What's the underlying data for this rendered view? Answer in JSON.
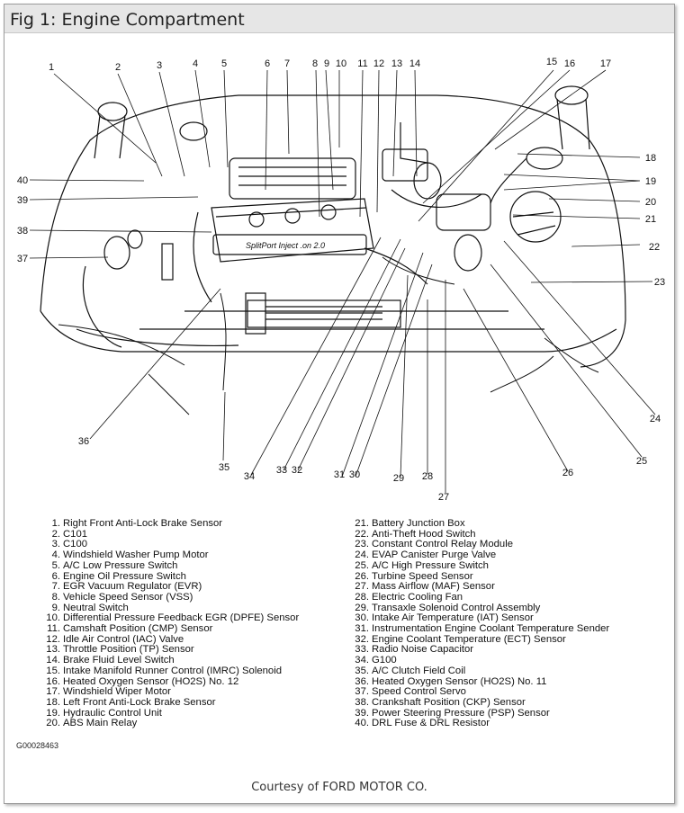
{
  "title": "Fig 1: Engine Compartment",
  "diagram_code": "G00028463",
  "courtesy": "Courtesy of FORD MOTOR CO.",
  "engine_plate": "SplitPort Inject .on 2.0",
  "callouts": [
    "1",
    "2",
    "3",
    "4",
    "5",
    "6",
    "7",
    "8",
    "9",
    "10",
    "11",
    "12",
    "13",
    "14",
    "15",
    "16",
    "17",
    "18",
    "19",
    "20",
    "21",
    "22",
    "23",
    "24",
    "25",
    "26",
    "27",
    "28",
    "29",
    "30",
    "31",
    "32",
    "33",
    "34",
    "35",
    "36",
    "37",
    "38",
    "39",
    "40"
  ],
  "legend_left": [
    {
      "n": "1.",
      "label": "Right Front Anti-Lock Brake Sensor"
    },
    {
      "n": "2.",
      "label": "C101"
    },
    {
      "n": "3.",
      "label": "C100"
    },
    {
      "n": "4.",
      "label": "Windshield Washer Pump Motor"
    },
    {
      "n": "5.",
      "label": "A/C Low Pressure Switch"
    },
    {
      "n": "6.",
      "label": "Engine Oil Pressure Switch"
    },
    {
      "n": "7.",
      "label": "EGR Vacuum Regulator (EVR)"
    },
    {
      "n": "8.",
      "label": "Vehicle Speed Sensor (VSS)"
    },
    {
      "n": "9.",
      "label": "Neutral Switch"
    },
    {
      "n": "10.",
      "label": "Differential Pressure Feedback EGR (DPFE) Sensor"
    },
    {
      "n": "11.",
      "label": "Camshaft Position (CMP) Sensor"
    },
    {
      "n": "12.",
      "label": "Idle Air Control (IAC) Valve"
    },
    {
      "n": "13.",
      "label": "Throttle Position (TP) Sensor"
    },
    {
      "n": "14.",
      "label": "Brake Fluid Level Switch"
    },
    {
      "n": "15.",
      "label": "Intake Manifold Runner Control (IMRC) Solenoid"
    },
    {
      "n": "16.",
      "label": "Heated Oxygen Sensor (HO2S) No. 12"
    },
    {
      "n": "17.",
      "label": "Windshield Wiper Motor"
    },
    {
      "n": "18.",
      "label": "Left Front Anti-Lock Brake Sensor"
    },
    {
      "n": "19.",
      "label": "Hydraulic Control Unit"
    },
    {
      "n": "20.",
      "label": "ABS Main Relay"
    }
  ],
  "legend_right": [
    {
      "n": "21.",
      "label": "Battery Junction Box"
    },
    {
      "n": "22.",
      "label": "Anti-Theft Hood Switch"
    },
    {
      "n": "23.",
      "label": "Constant Control Relay Module"
    },
    {
      "n": "24.",
      "label": "EVAP Canister Purge Valve"
    },
    {
      "n": "25.",
      "label": "A/C High Pressure Switch"
    },
    {
      "n": "26.",
      "label": "Turbine Speed Sensor"
    },
    {
      "n": "27.",
      "label": "Mass Airflow (MAF) Sensor"
    },
    {
      "n": "28.",
      "label": "Electric Cooling Fan"
    },
    {
      "n": "29.",
      "label": "Transaxle Solenoid Control Assembly"
    },
    {
      "n": "30.",
      "label": "Intake Air Temperature (IAT) Sensor"
    },
    {
      "n": "31.",
      "label": "Instrumentation Engine Coolant Temperature Sender"
    },
    {
      "n": "32.",
      "label": "Engine Coolant Temperature (ECT) Sensor"
    },
    {
      "n": "33.",
      "label": "Radio Noise Capacitor"
    },
    {
      "n": "34.",
      "label": "G100"
    },
    {
      "n": "35.",
      "label": "A/C Clutch Field Coil"
    },
    {
      "n": "36.",
      "label": "Heated Oxygen Sensor (HO2S) No. 11"
    },
    {
      "n": "37.",
      "label": "Speed Control Servo"
    },
    {
      "n": "38.",
      "label": "Crankshaft Position (CKP) Sensor"
    },
    {
      "n": "39.",
      "label": "Power Steering Pressure (PSP) Sensor"
    },
    {
      "n": "40.",
      "label": "DRL Fuse & DRL Resistor"
    }
  ]
}
